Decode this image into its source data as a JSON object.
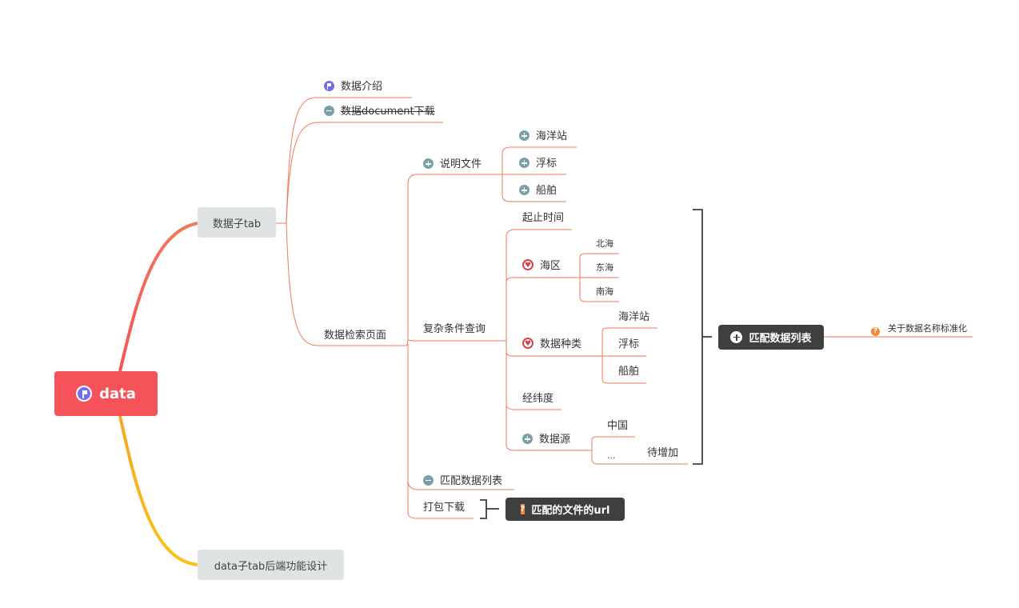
{
  "root": {
    "label": "data"
  },
  "branch_tab": {
    "label": "数据子tab"
  },
  "branch_backend": {
    "label": "data子tab后端功能设计"
  },
  "tab_children": {
    "intro": "数据介绍",
    "doc_download": "数据document下载",
    "search_page": "数据检索页面"
  },
  "search_children": {
    "readme": "说明文件",
    "complex_query": "复杂条件查询",
    "match_list": "匹配数据列表",
    "pack_download": "打包下载"
  },
  "readme_children": [
    "海洋站",
    "浮标",
    "船舶"
  ],
  "query_children": {
    "time": "起止时间",
    "sea_area": "海区",
    "sea_areas": [
      "北海",
      "东海",
      "南海"
    ],
    "data_type": "数据种类",
    "data_types": [
      "海洋站",
      "浮标",
      "船舶"
    ],
    "latlon": "经纬度",
    "source": "数据源",
    "source_china": "中国",
    "source_ellipsis": "...",
    "source_pending": "待增加"
  },
  "summary_match": {
    "label": "匹配数据列表",
    "note": "关于数据名称标准化"
  },
  "summary_url": {
    "label": "匹配的文件的url"
  }
}
